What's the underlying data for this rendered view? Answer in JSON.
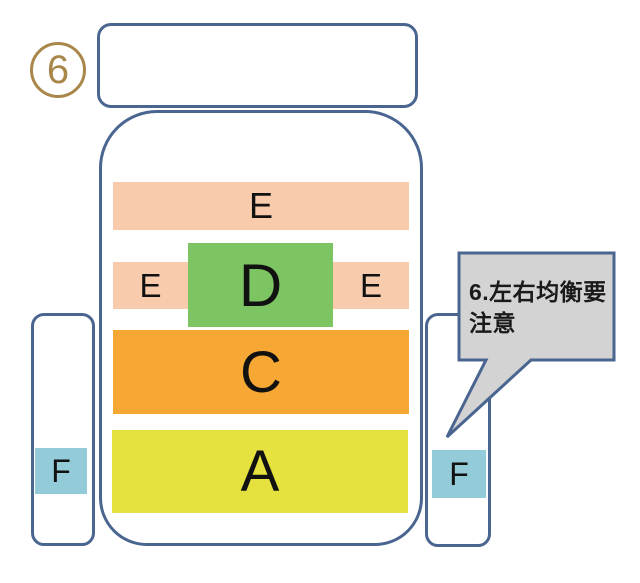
{
  "figure": {
    "number": "6"
  },
  "bag": {
    "zones": {
      "e_top": "E",
      "e_mid_left": "E",
      "e_mid_right": "E",
      "d": "D",
      "c": "C",
      "a": "A",
      "f_left": "F",
      "f_right": "F"
    }
  },
  "callout": {
    "text": "6.左右均衡要注意",
    "lines": [
      "6.左右均衡要",
      "注意"
    ]
  },
  "colors": {
    "outline_blue": "#4a6690",
    "figure_number_gold": "#a9874b",
    "zone_e_pink": "#f8cbad",
    "zone_d_green": "#7dc463",
    "zone_c_orange": "#f7a733",
    "zone_a_yellow": "#e5e13e",
    "zone_f_cyan": "#93cbd9",
    "callout_gray": "#d3d3d3"
  }
}
